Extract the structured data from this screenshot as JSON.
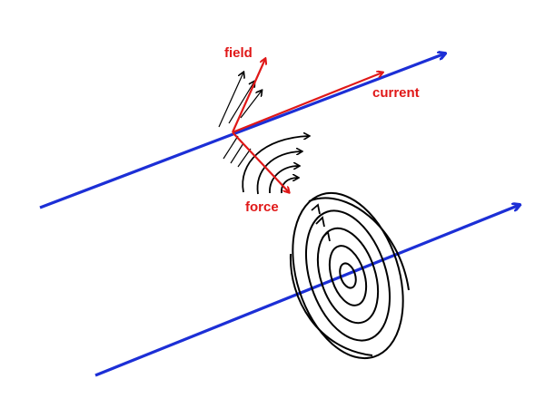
{
  "labels": {
    "field": "field",
    "current": "current",
    "force": "force"
  },
  "colors": {
    "wire": "#1c2fd6",
    "vector": "#e01818",
    "field_line": "#000000",
    "background": "#ffffff"
  },
  "icons": {
    "wire_arrowhead": "arrowhead-icon",
    "vector_arrowhead": "arrowhead-icon",
    "field_line_arrowhead": "arrowhead-icon"
  }
}
